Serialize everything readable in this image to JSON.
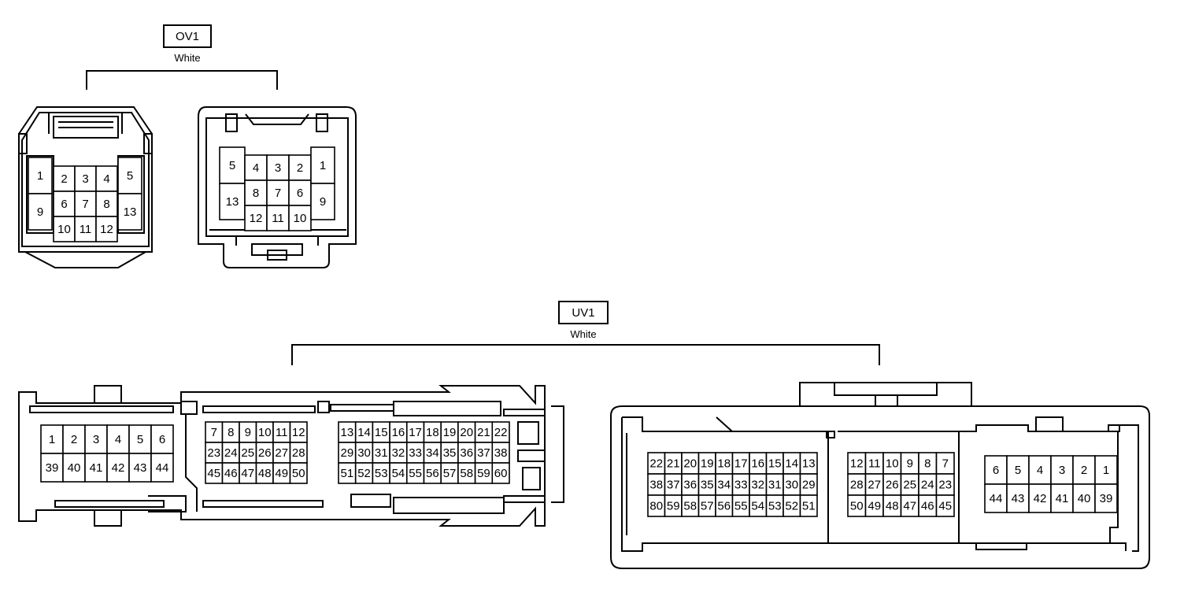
{
  "ov1": {
    "name": "OV1",
    "color": "White",
    "female": {
      "left": [
        "1",
        "9"
      ],
      "grid": [
        [
          "2",
          "3",
          "4"
        ],
        [
          "6",
          "7",
          "8"
        ],
        [
          "10",
          "11",
          "12"
        ]
      ],
      "right": [
        "5",
        "13"
      ]
    },
    "male": {
      "left": [
        "5",
        "13"
      ],
      "grid": [
        [
          "4",
          "3",
          "2"
        ],
        [
          "8",
          "7",
          "6"
        ],
        [
          "12",
          "11",
          "10"
        ]
      ],
      "right": [
        "1",
        "9"
      ]
    }
  },
  "uv1": {
    "name": "UV1",
    "color": "White",
    "female": {
      "blockA": [
        [
          "1",
          "2",
          "3",
          "4",
          "5",
          "6"
        ],
        [
          "39",
          "40",
          "41",
          "42",
          "43",
          "44"
        ]
      ],
      "blockB": [
        [
          "7",
          "8",
          "9",
          "10",
          "11",
          "12"
        ],
        [
          "23",
          "24",
          "25",
          "26",
          "27",
          "28"
        ],
        [
          "45",
          "46",
          "47",
          "48",
          "49",
          "50"
        ]
      ],
      "blockC": [
        [
          "13",
          "14",
          "15",
          "16",
          "17",
          "18",
          "19",
          "20",
          "21",
          "22"
        ],
        [
          "29",
          "30",
          "31",
          "32",
          "33",
          "34",
          "35",
          "36",
          "37",
          "38"
        ],
        [
          "51",
          "52",
          "53",
          "54",
          "55",
          "56",
          "57",
          "58",
          "59",
          "60"
        ]
      ]
    },
    "male": {
      "blockA": [
        [
          "22",
          "21",
          "20",
          "19",
          "18",
          "17",
          "16",
          "15",
          "14",
          "13"
        ],
        [
          "38",
          "37",
          "36",
          "35",
          "34",
          "33",
          "32",
          "31",
          "30",
          "29"
        ],
        [
          "80",
          "59",
          "58",
          "57",
          "56",
          "55",
          "54",
          "53",
          "52",
          "51"
        ]
      ],
      "blockB": [
        [
          "12",
          "11",
          "10",
          "9",
          "8",
          "7"
        ],
        [
          "28",
          "27",
          "26",
          "25",
          "24",
          "23"
        ],
        [
          "50",
          "49",
          "48",
          "47",
          "46",
          "45"
        ]
      ],
      "blockC": [
        [
          "6",
          "5",
          "4",
          "3",
          "2",
          "1"
        ],
        [
          "44",
          "43",
          "42",
          "41",
          "40",
          "39"
        ]
      ]
    }
  }
}
